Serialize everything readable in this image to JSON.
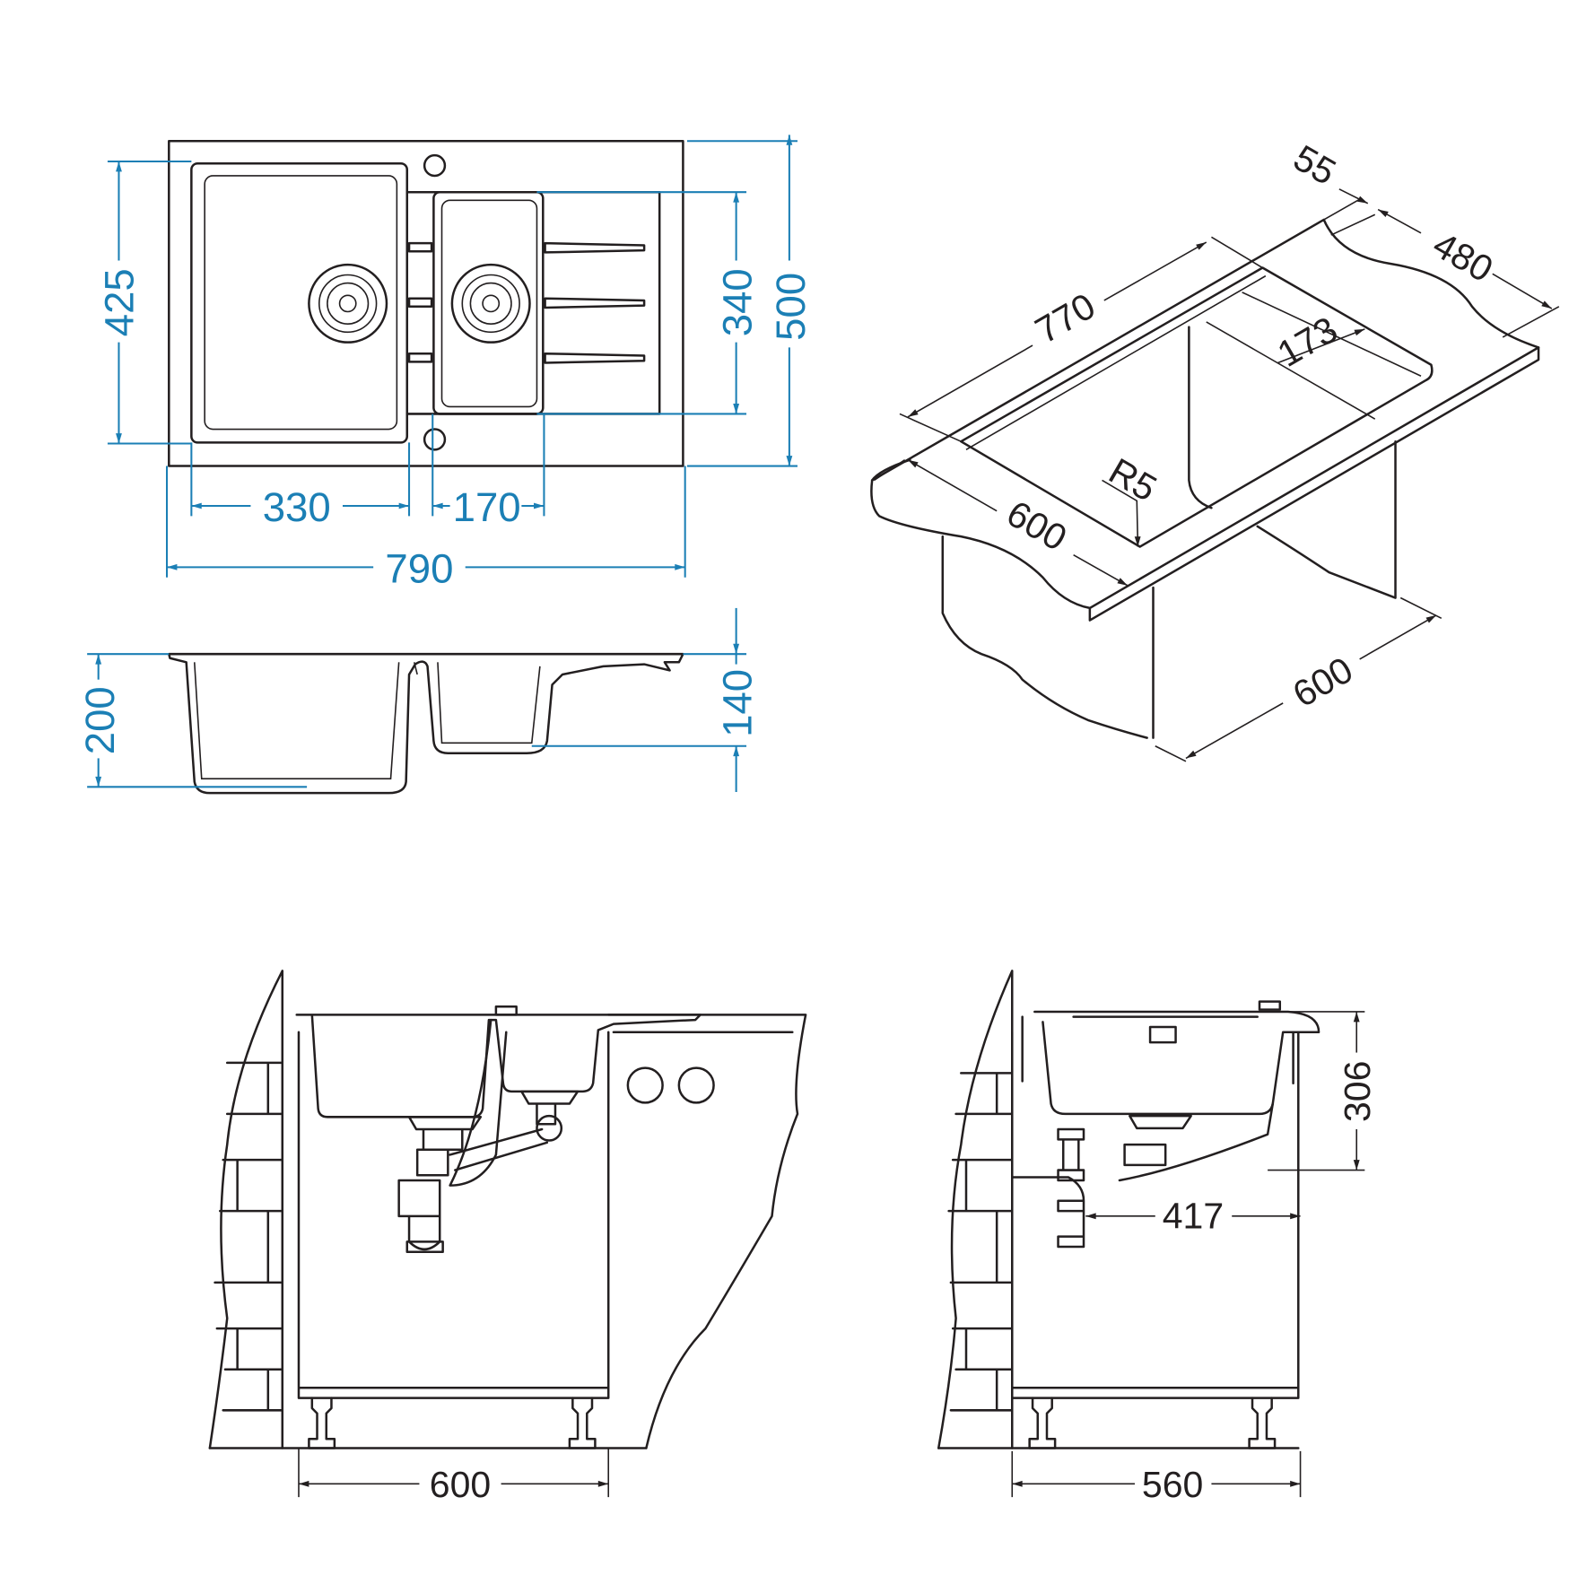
{
  "colors": {
    "dimension": "#1b7fb5",
    "outline": "#231f20",
    "background": "#ffffff"
  },
  "top_view": {
    "dim_height_left_bowl": "425",
    "dim_height_right_bowl": "340",
    "dim_total_depth": "500",
    "dim_left_bowl_width": "330",
    "dim_right_bowl_width": "170",
    "dim_total_width": "790"
  },
  "section_view": {
    "dim_left_bowl_depth": "200",
    "dim_right_bowl_depth": "140"
  },
  "isometric_view": {
    "dim_rim": "55",
    "dim_worktop_depth": "480",
    "dim_cutout_length": "770",
    "dim_drainer": "173",
    "dim_radius": "R5",
    "dim_cabinet_width": "600",
    "dim_cabinet_depth": "600"
  },
  "front_install_view": {
    "dim_cabinet_width": "600"
  },
  "side_install_view": {
    "dim_cabinet_depth": "560",
    "dim_height": "306",
    "dim_drain_offset": "417"
  }
}
